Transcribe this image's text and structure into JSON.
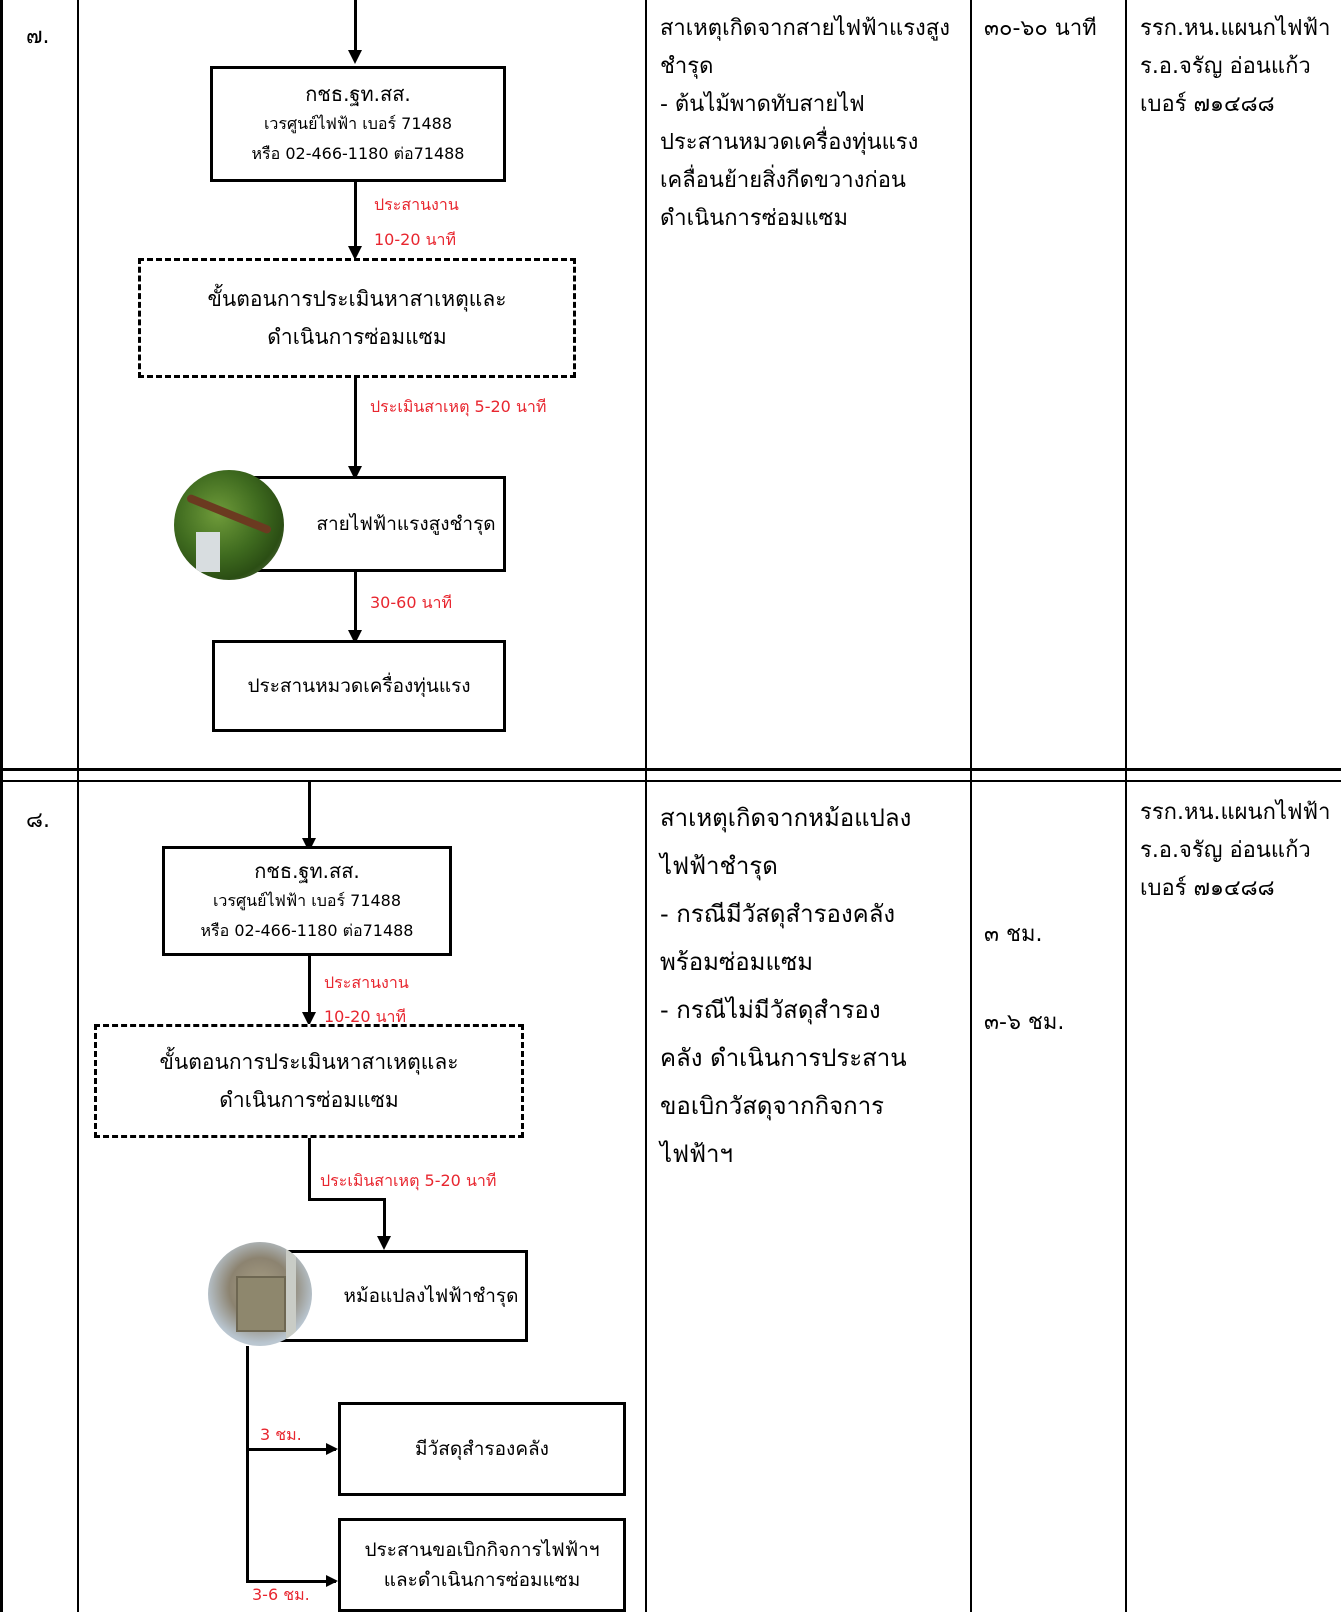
{
  "rows": [
    {
      "number": "๗.",
      "flow": {
        "agency_box": {
          "title": "กชธ.ฐท.สส.",
          "line2": "เวรศูนย์ไฟฟ้า เบอร์ 71488",
          "line3": "หรือ 02-466-1180 ต่อ71488"
        },
        "coordinate_label": "ประสานงาน",
        "coordinate_time": "10-20 นาที",
        "assess_box": {
          "line1": "ขั้นตอนการประเมินหาสาเหตุและ",
          "line2": "ดำเนินการซ่อมแซม"
        },
        "assess_time": "ประเมินสาเหตุ 5-20 นาที",
        "cause_box": "สายไฟฟ้าแรงสูงชำรุด",
        "cause_time": "30-60 นาที",
        "final_box": "ประสานหมวดเครื่องทุ่นแรง"
      },
      "description": "สาเหตุเกิดจากสายไฟฟ้าแรงสูง\nชำรุด\n  - ต้นไม้พาดทับสายไฟ\nประสานหมวดเครื่องทุ่นแรง\nเคลื่อนย้ายสิ่งกีดขวางก่อน\nดำเนินการซ่อมแซม",
      "duration": "๓๐-๖๐ นาที",
      "responsible": "รรก.หน.แผนกไฟฟ้า\nร.อ.จรัญ อ่อนแก้ว\nเบอร์ ๗๑๔๘๘"
    },
    {
      "number": "๘.",
      "flow": {
        "agency_box": {
          "title": "กชธ.ฐท.สส.",
          "line2": "เวรศูนย์ไฟฟ้า เบอร์ 71488",
          "line3": "หรือ 02-466-1180 ต่อ71488"
        },
        "coordinate_label": "ประสานงาน",
        "coordinate_time": "10-20 นาที",
        "assess_box": {
          "line1": "ขั้นตอนการประเมินหาสาเหตุและ",
          "line2": "ดำเนินการซ่อมแซม"
        },
        "assess_time": "ประเมินสาเหตุ 5-20 นาที",
        "cause_box": "หม้อแปลงไฟฟ้าชำรุด",
        "branch1_time": "3 ชม.",
        "branch1_box": "มีวัสดุสำรองคลัง",
        "branch2_time": "3-6 ชม.",
        "branch2_box_line1": "ประสานขอเบิกกิจการไฟฟ้าฯ",
        "branch2_box_line2": "และดำเนินการซ่อมแซม"
      },
      "description": "สาเหตุเกิดจากหม้อแปลง\nไฟฟ้าชำรุด\n  - กรณีมีวัสดุสำรองคลัง\nพร้อมซ่อมแซม\n  - กรณีไม่มีวัสดุสำรอง\nคลัง ดำเนินการประสาน\nขอเบิกวัสดุจากกิจการ\nไฟฟ้าฯ",
      "duration_1": "๓ ชม.",
      "duration_2": "๓-๖ ชม.",
      "responsible": "รรก.หน.แผนกไฟฟ้า\nร.อ.จรัญ อ่อนแก้ว\nเบอร์ ๗๑๔๘๘"
    }
  ]
}
